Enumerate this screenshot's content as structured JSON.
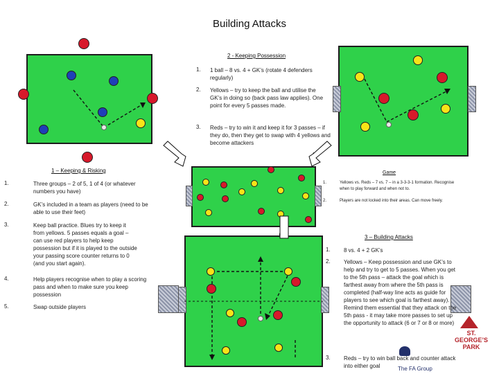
{
  "title": "Building Attacks",
  "section2": {
    "heading": "2 - Keeping Possession",
    "items": [
      {
        "num": "1.",
        "text": "1 ball – 8 vs. 4 + GK’s (rotate 4 defenders regularly)"
      },
      {
        "num": "2.",
        "text": "Yellows – try to keep the ball and utilise the GK’s in doing so (back pass law applies). One point for every 5 passes made."
      },
      {
        "num": "3.",
        "text": "Reds – try to win it and keep it for 3 passes – if they do, then they get to swap with 4 yellows and become attackers"
      }
    ]
  },
  "section1": {
    "heading": "1 – Keeping & Risking",
    "items": [
      {
        "num": "1.",
        "text": "Three groups – 2 of 5, 1 of 4 (or whatever numbers you have)"
      },
      {
        "num": "2.",
        "text": "GK’s included in a team as players (need to be able to use their feet)"
      },
      {
        "num": "3.",
        "text": "Keep ball practice. Blues try to keep it from yellows. 5 passes equals a goal – can use red players to help keep possession but if it is played to the outside your passing score counter returns to 0 (and you start again)."
      },
      {
        "num": "4.",
        "text": "Help players recognise when to play a scoring pass and when to make sure you keep possession"
      },
      {
        "num": "5.",
        "text": "Swap outside players"
      }
    ]
  },
  "game": {
    "heading": "Game",
    "items": [
      {
        "num": "1.",
        "text": "Yellows vs. Reds – 7 vs. 7 – in a 3-3-3-1 formation. Recognise when to play forward and when not to."
      },
      {
        "num": "2.",
        "text": "Players are not locked into their areas. Can move freely."
      }
    ]
  },
  "section3": {
    "heading": "3 – Building Attacks",
    "items": [
      {
        "num": "1.",
        "text": "8 vs. 4 + 2 GK’s"
      },
      {
        "num": "2.",
        "text": "Yellows – Keep possession and use GK’s to help and try to get to 5 passes. When you get to the 5th pass – attack the goal which is farthest away from where the 5th pass is completed (half-way line acts as guide for players to see which goal is farthest away). Remind them essential that they attack on the 5th pass - it may take more passes to set up the opportunity to attack (6 or 7 or 8 or more)"
      },
      {
        "num": "3.",
        "text": "Reds – try to win ball back and counter attack into either goal"
      }
    ]
  },
  "diagram_numbers": {
    "one": "1",
    "two": "2",
    "three": "3"
  },
  "logos": {
    "georges_park_line1": "ST. GEORGE’S",
    "georges_park_line2": "PARK",
    "fa_group": "The FA Group"
  }
}
